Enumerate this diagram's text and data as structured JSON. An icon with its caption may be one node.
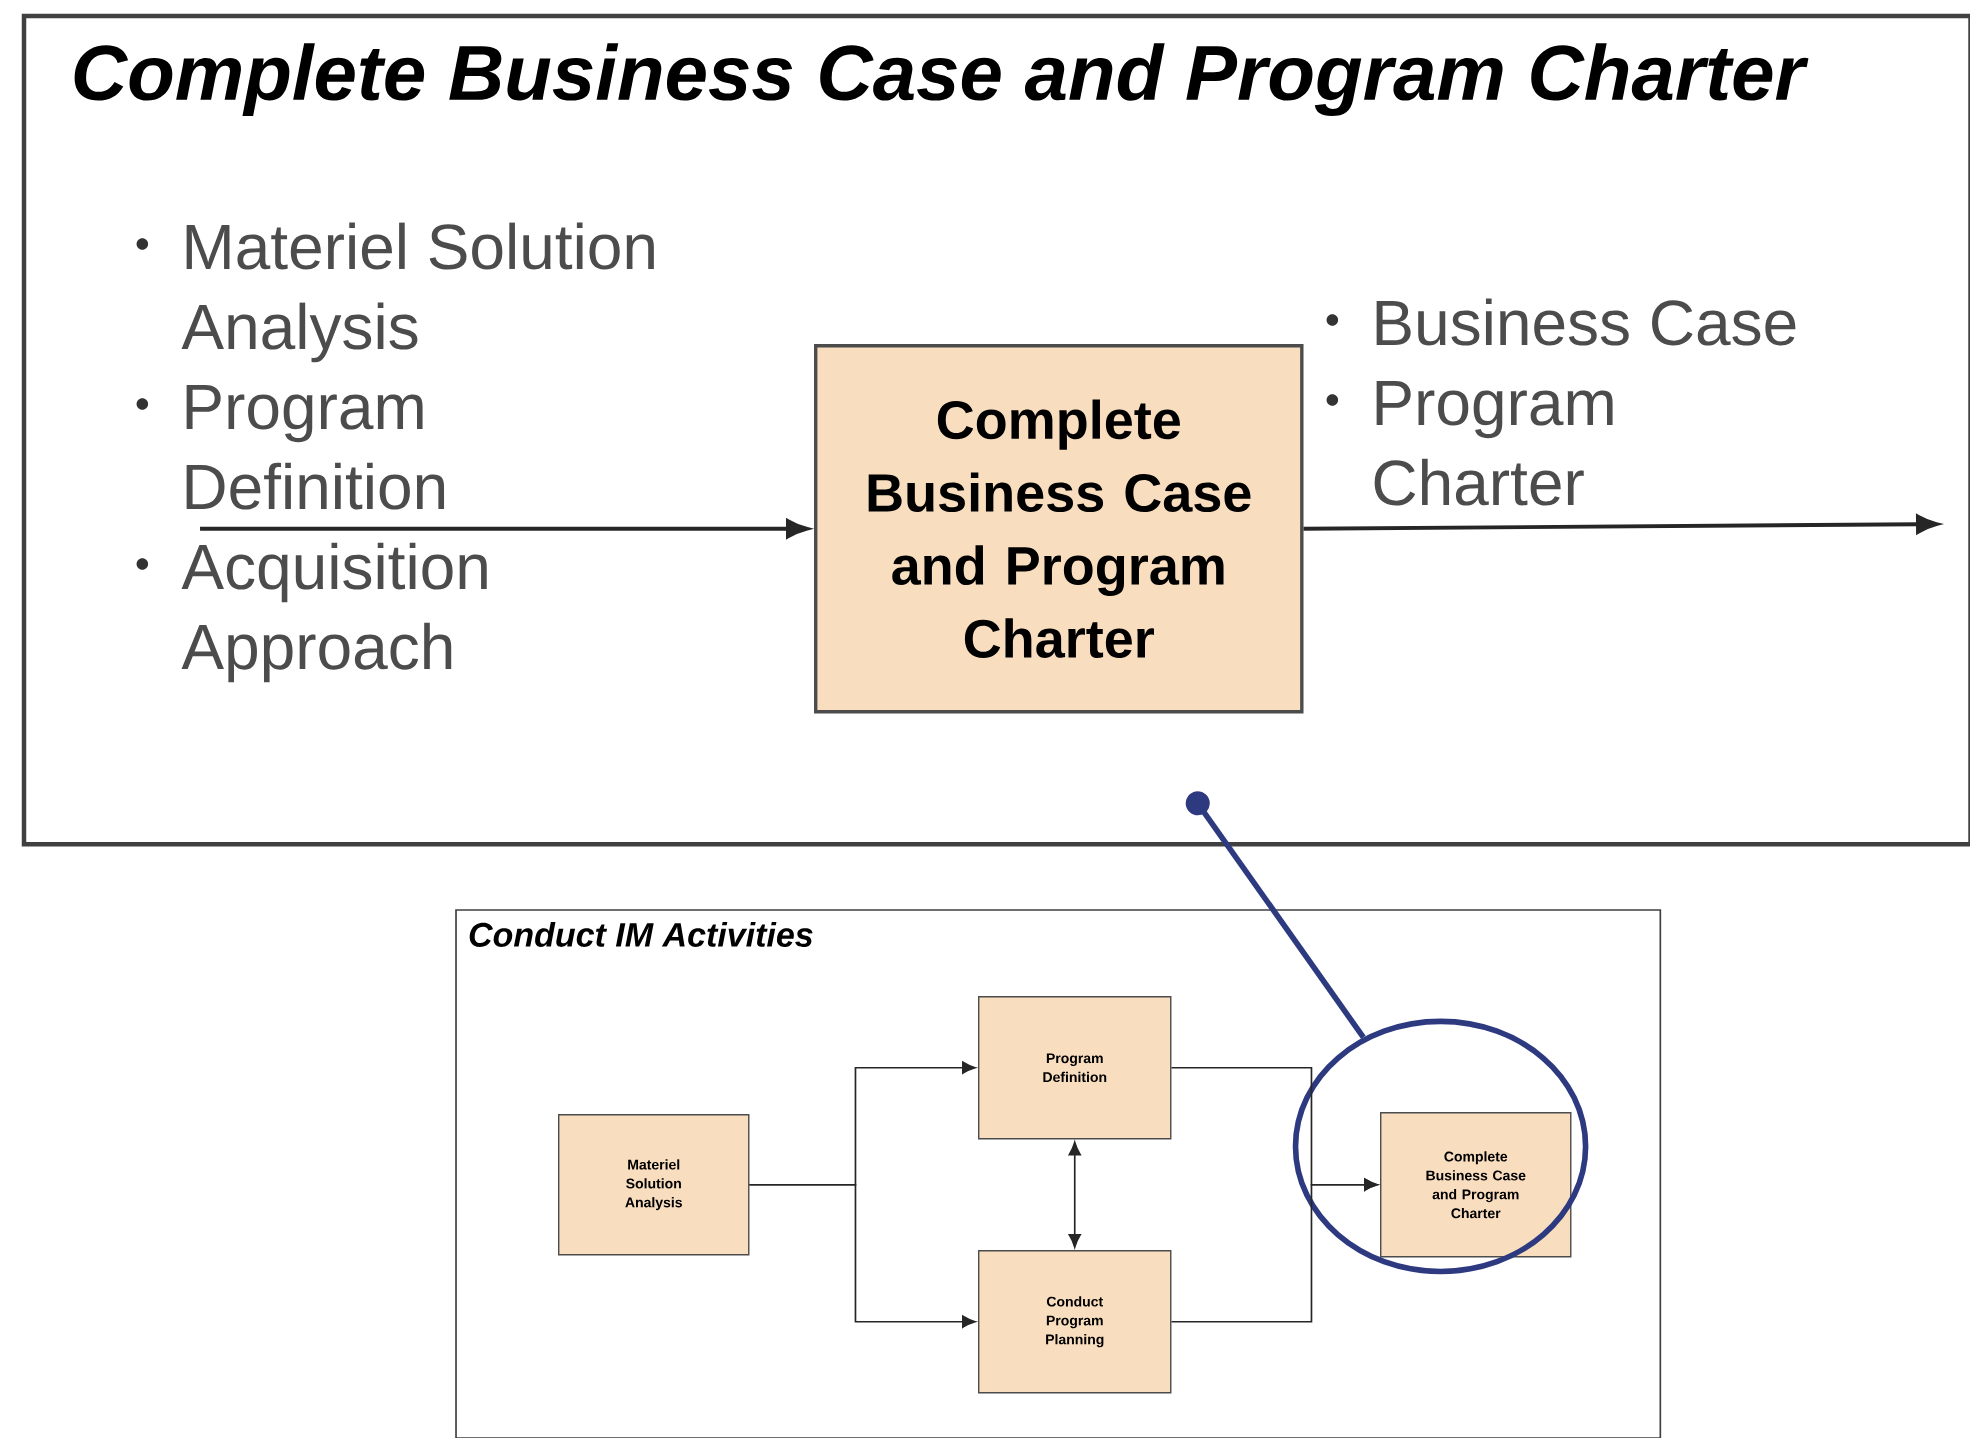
{
  "diagram": {
    "nodes": [
      {
        "text": [
          "Complete Business Case and Program Charter"
        ]
      },
      {
        "text": [
          "Materiel Solution Analysis",
          "Program Definition",
          "Acquisition Approach"
        ],
        "in": 0
      },
      {
        "text": [
          "Complete Business Case and Program Charter"
        ],
        "in": 0
      },
      {
        "text": [
          "Business Case",
          "Program Charter"
        ],
        "in": 0
      },
      {
        "text": [
          "Conduct IM Activities"
        ]
      },
      {
        "text": [
          "Materiel Solution Analysis"
        ],
        "in": 4
      },
      {
        "text": [
          "Program Definition"
        ],
        "in": 4
      },
      {
        "text": [
          "Conduct Program Planning"
        ],
        "in": 4
      },
      {
        "text": [
          "Complete Business Case and Program Charter"
        ],
        "in": 9
      },
      {
        "text": [],
        "shape": "circle",
        "in": 4
      }
    ],
    "edges": [
      {
        "from": 1,
        "to": 2,
        "arrow": "to"
      },
      {
        "from": 2,
        "to": null,
        "arrow": "to"
      },
      {
        "from": 2,
        "to": 9,
        "arrow": "other",
        "color": "#2e3a80",
        "style": "thick"
      },
      {
        "from": 5,
        "to": 6,
        "arrow": "to"
      },
      {
        "from": 5,
        "to": 7,
        "arrow": "to"
      },
      {
        "from": 6,
        "to": 7,
        "arrow": "both"
      },
      {
        "from": 6,
        "to": 8,
        "arrow": "to"
      },
      {
        "from": 7,
        "to": 8,
        "arrow": "to"
      }
    ]
  }
}
